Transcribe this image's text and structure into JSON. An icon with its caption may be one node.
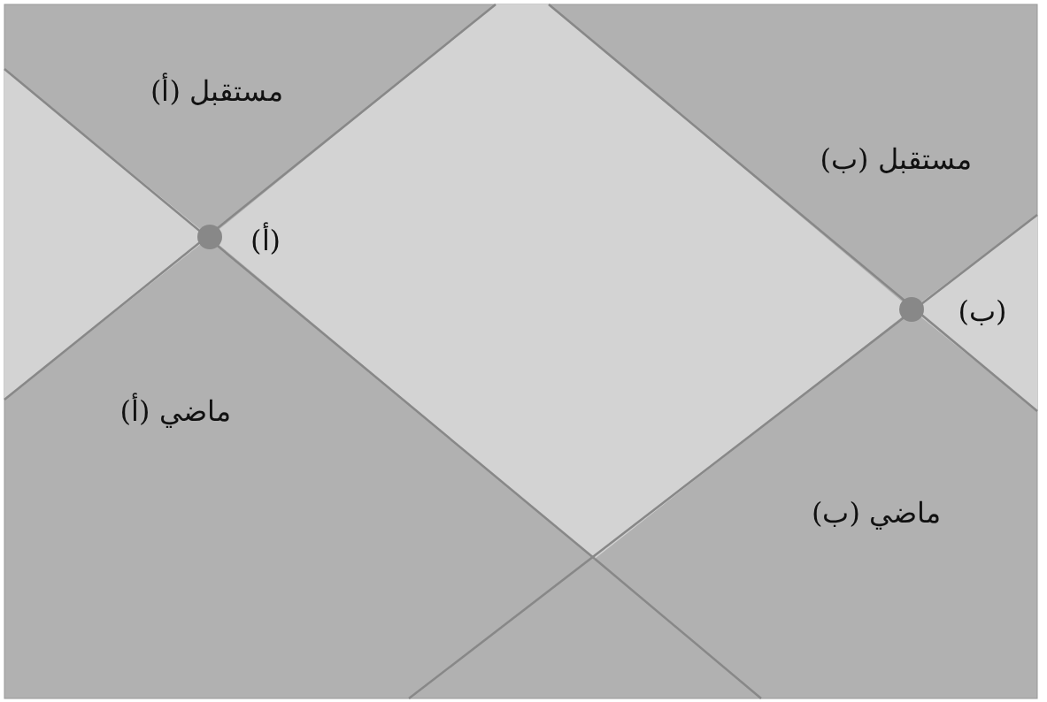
{
  "diagram": {
    "labels": [
      "مستقبل (أ)",
      "مستقبل (ب)",
      "(أ)",
      "(ب)",
      "ماضي (أ)",
      "ماضي (ب)"
    ]
  }
}
